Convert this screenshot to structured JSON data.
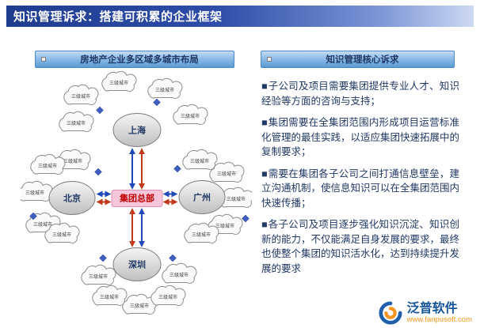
{
  "title": "知识管理诉求：搭建可积累的企业框架",
  "left_panel": {
    "header": "房地产企业多区域多城市布局",
    "center": "集团总部",
    "cities": [
      "上海",
      "北京",
      "广州",
      "深圳"
    ],
    "satellite_label": "三级城市"
  },
  "right_panel": {
    "header": "知识管理核心诉求",
    "bullet_char": "■",
    "bullets": [
      "子公司及项目需要集团提供专业人才、知识经验等方面的咨询与支持；",
      "集团需要在全集团范围内形成项目运营标准化管理的最佳实践，以适应集团快速拓展中的复制要求；",
      "需要在集团各子公司之间打通信息壁垒，建立沟通机制，使信息知识可以在全集团范围内快速传播；",
      "各子公司及项目逐步强化知识沉淀、知识创新的能力，不仅能满足自身发展的要求，最终也使整个集团的知识活水化，达到持续提升发展的要求"
    ]
  },
  "footer": {
    "brand": "泛普软件",
    "url": "www.fanpusoft.com"
  },
  "colors": {
    "title_bar_blue": "#1F3C8F",
    "header_bar_blue": "#5B9BD5",
    "arrow_blue": "#1F49B8",
    "arrow_red": "#C0391B",
    "hq_fill_pink": "#F6C6DA",
    "hq_text_red": "#C00000",
    "brand_blue": "#16549C",
    "brand_orange": "#F7941D"
  }
}
